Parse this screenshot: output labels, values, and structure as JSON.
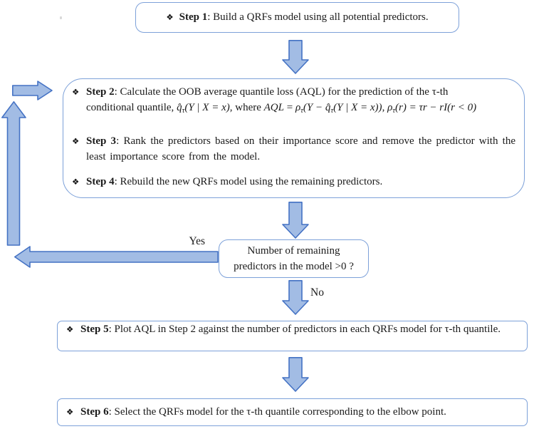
{
  "palette": {
    "box_border": "#7da1d9",
    "arrow_fill": "#a2bce4",
    "arrow_stroke": "#4472c4",
    "text_color": "#1a1a1a"
  },
  "flowchart": {
    "step1": {
      "bullet": "❖",
      "label": "Step 1",
      "text": ": Build a QRFs model using all potential predictors."
    },
    "step2": {
      "bullet": "❖",
      "label": "Step 2",
      "line1": ": Calculate the OOB average quantile loss (AQL) for the prediction of the τ-th",
      "line2": [
        {
          "s": "plain",
          "t": "conditional quantile, "
        },
        {
          "s": "math",
          "t": "q̂"
        },
        {
          "s": "sub",
          "t": "τ"
        },
        {
          "s": "math",
          "t": "(Y | X = x)"
        },
        {
          "s": "plain",
          "t": ", where  "
        },
        {
          "s": "math",
          "t": "AQL"
        },
        {
          "s": "plain",
          "t": " = "
        },
        {
          "s": "math",
          "t": "ρ"
        },
        {
          "s": "sub",
          "t": "τ"
        },
        {
          "s": "math",
          "t": "(Y − q̂"
        },
        {
          "s": "sub",
          "t": "τ"
        },
        {
          "s": "math",
          "t": "(Y | X = x))"
        },
        {
          "s": "plain",
          "t": ", "
        },
        {
          "s": "math",
          "t": "ρ"
        },
        {
          "s": "sub",
          "t": "τ"
        },
        {
          "s": "math",
          "t": "(r) = τr − rI(r < 0)"
        }
      ]
    },
    "step3": {
      "bullet": "❖",
      "label": "Step 3",
      "text": ": Rank the predictors based on their importance score and remove the predictor with the least importance score from the model."
    },
    "step4": {
      "bullet": "❖",
      "label": "Step 4",
      "text": ": Rebuild the new QRFs model using the remaining predictors."
    },
    "decision": {
      "line1": "Number of remaining",
      "line2": "predictors in the model >0 ?"
    },
    "yes_label": "Yes",
    "no_label": "No",
    "step5": {
      "bullet": "❖",
      "label": "Step 5",
      "text": ": Plot AQL in Step 2 against the number of predictors in each QRFs model for τ-th quantile."
    },
    "step6": {
      "bullet": "❖",
      "label": "Step 6",
      "text": ": Select the QRFs model for the τ-th quantile corresponding to the elbow point."
    }
  }
}
